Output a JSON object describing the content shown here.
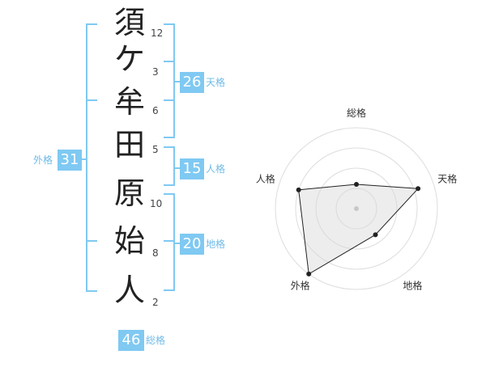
{
  "name": {
    "chars": [
      {
        "char": "須",
        "strokes": "12"
      },
      {
        "char": "ケ",
        "strokes": "3"
      },
      {
        "char": "牟",
        "strokes": "6"
      },
      {
        "char": "田",
        "strokes": "5"
      },
      {
        "char": "原",
        "strokes": "10"
      },
      {
        "char": "始",
        "strokes": "8"
      },
      {
        "char": "人",
        "strokes": "2"
      }
    ]
  },
  "kakusu": {
    "tenkaku": {
      "value": "26",
      "label": "天格"
    },
    "jinkaku": {
      "value": "15",
      "label": "人格"
    },
    "chikaku": {
      "value": "20",
      "label": "地格"
    },
    "gaikaku": {
      "value": "31",
      "label": "外格"
    },
    "soukaku": {
      "value": "46",
      "label": "総格"
    }
  },
  "colors": {
    "accent": "#7fc9f2",
    "text": "#333333"
  },
  "chart_data": {
    "type": "radar",
    "axes": [
      "総格",
      "天格",
      "地格",
      "外格",
      "人格"
    ],
    "values": [
      0.3,
      0.8,
      0.4,
      1.0,
      0.75
    ],
    "rings": 4
  }
}
